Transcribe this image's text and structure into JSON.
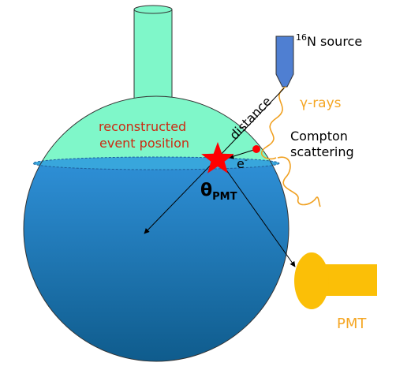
{
  "labels": {
    "source_super": "16",
    "source_rest": "N source",
    "gamma": "γ-rays",
    "distance": "distance",
    "compton_line1": "Compton",
    "compton_line2": "scattering",
    "reco_line1": "reconstructed",
    "reco_line2": "event position",
    "electron": "e",
    "electron_sup": "-",
    "theta": "θ",
    "theta_sub": "PMT",
    "pmt": "PMT"
  },
  "colors": {
    "acrylic": "#7ff7c9",
    "water_top": "#2e8fd6",
    "water_bottom": "#0e5a8a",
    "source": "#4f7fd2",
    "pmt": "#fbbf07",
    "star": "#ff0000",
    "electron_dot": "#ff0000",
    "gamma_text": "#f5a623",
    "reco_text": "#cc2a12",
    "pmt_text": "#f5a623"
  }
}
